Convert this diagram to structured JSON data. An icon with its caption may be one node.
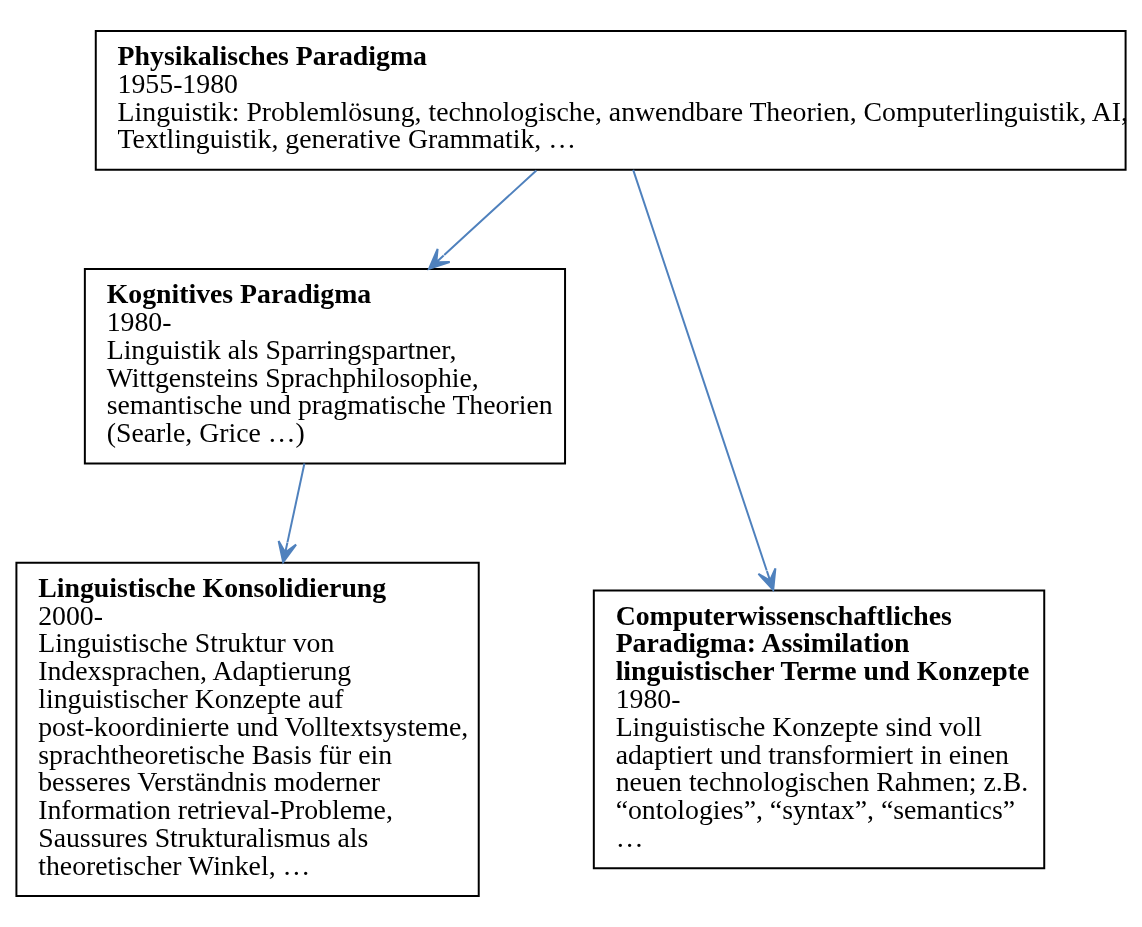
{
  "diagram": {
    "nodes": [
      {
        "text": [
          "Physikalisches Paradigma",
          "1955-1980",
          "Linguistik: Problemlösung, technologische, anwendbare Theorien, Computerlinguistik, AI, Textlinguistik, generative Grammatik, …"
        ]
      },
      {
        "text": [
          "Kognitives Paradigma",
          "1980-",
          "Linguistik als Sparringspartner, Wittgensteins Sprachphilosophie, semantische und pragmatische Theorien (Searle, Grice …)"
        ]
      },
      {
        "text": [
          "Computerwissenschaftliches Paradigma: Assimilation linguistischer Terme und Konzepte",
          "1980-",
          "Linguistische Konzepte sind voll adaptiert und transformiert in einen neuen technologischen Rahmen; z.B. “ontologies”, “syntax”, “semantics” …"
        ]
      },
      {
        "text": [
          "Linguistische Konsolidierung",
          "2000-",
          "Linguistische Struktur von Indexsprachen, Adaptierung linguistischer Konzepte auf post-koordinierte und Volltextsysteme, sprachtheoretische Basis für ein besseres Verständnis moderner Information retrieval-Probleme, Saussures Strukturalismus als theoretischer Winkel, …"
        ]
      }
    ],
    "edges": [
      {
        "from": 0,
        "to": 2,
        "arrow": "to"
      },
      {
        "from": 0,
        "to": 1,
        "arrow": "to"
      },
      {
        "from": 1,
        "to": 3,
        "arrow": "to"
      }
    ]
  }
}
